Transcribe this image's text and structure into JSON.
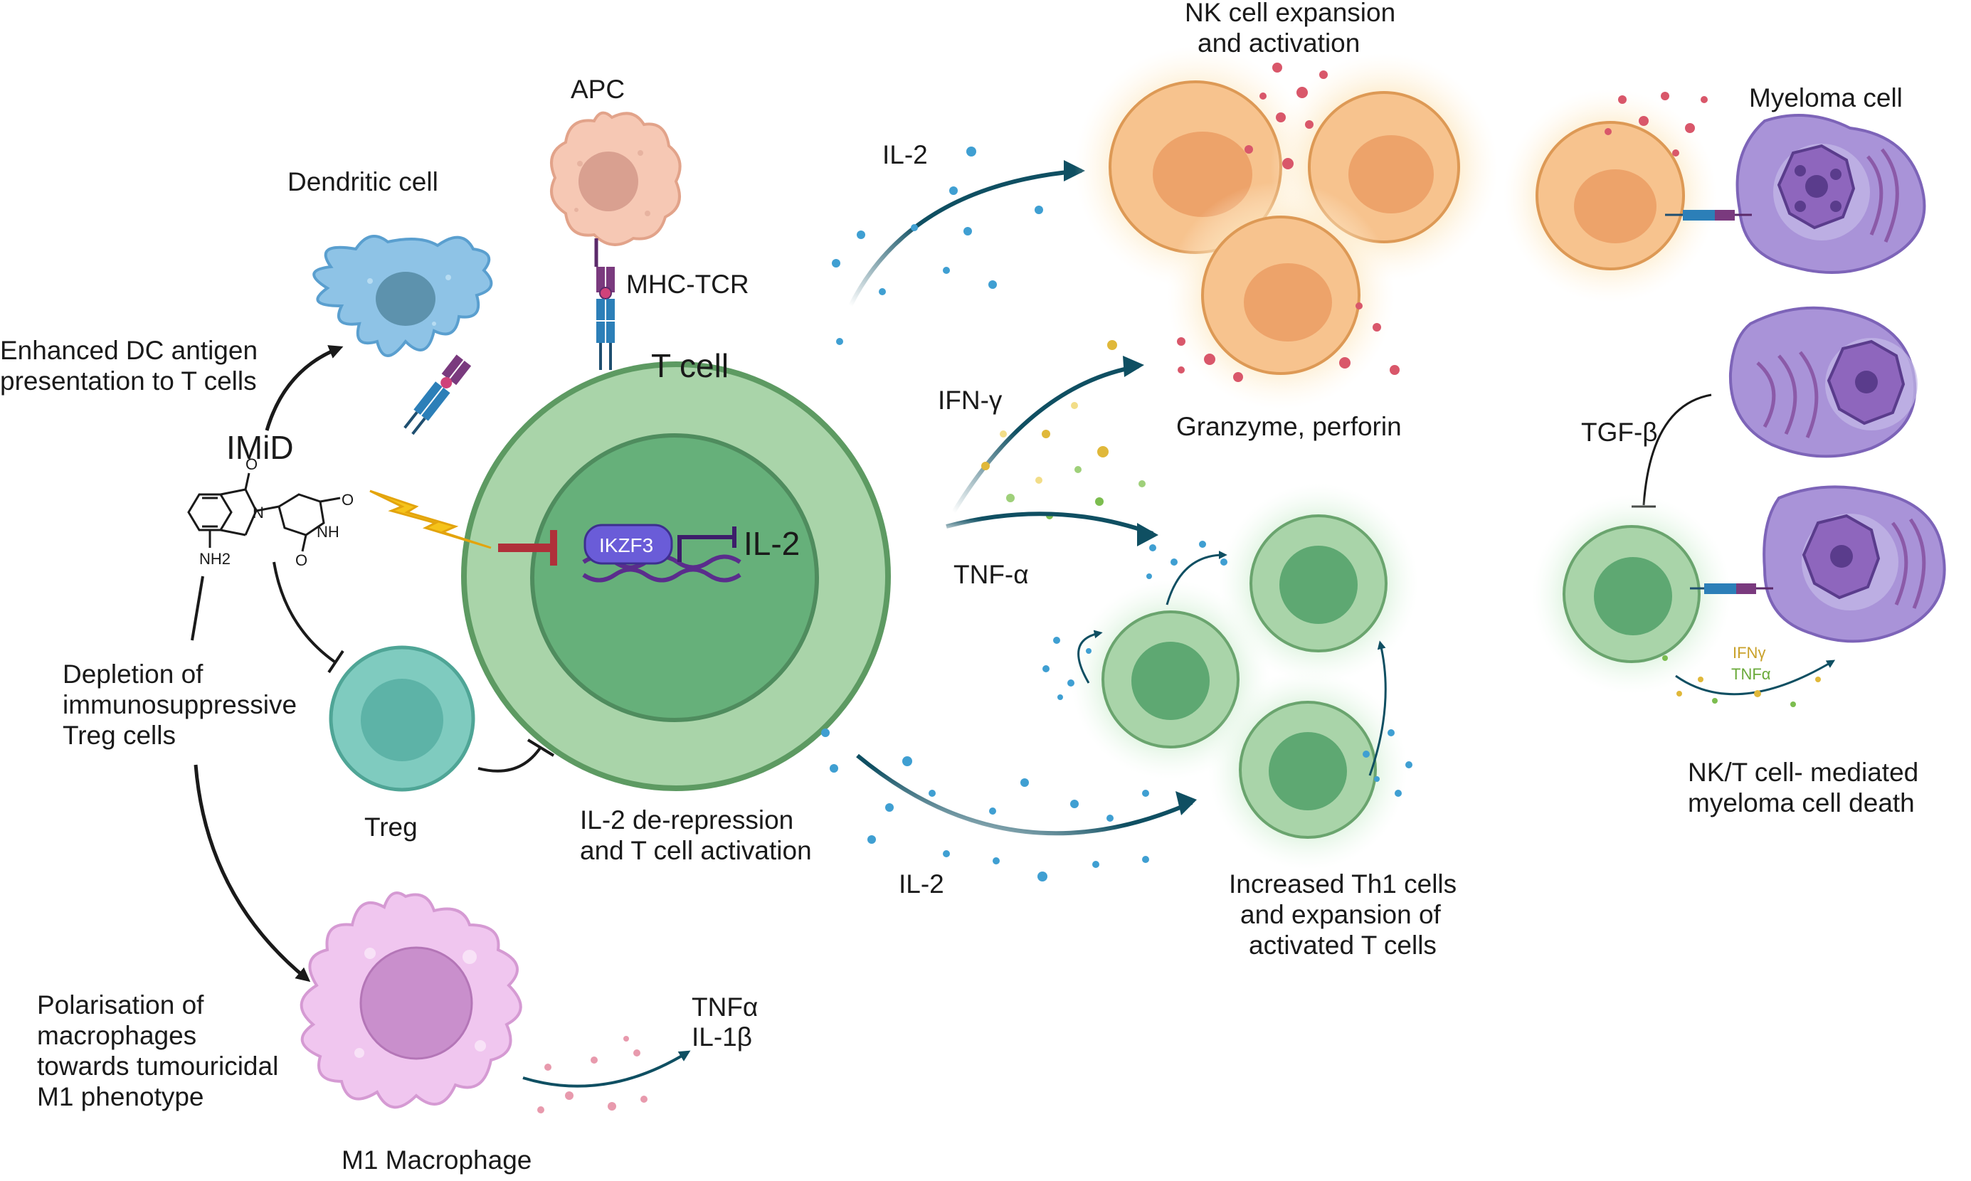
{
  "labels": {
    "nk_title_1": "NK cell expansion",
    "nk_title_2": "and activation",
    "apc": "APC",
    "myeloma_cell": "Myeloma cell",
    "dendritic_cell": "Dendritic cell",
    "il2_top": "IL-2",
    "mhc_tcr": "MHC-TCR",
    "t_cell": "T cell",
    "enhanced_dc_1": "Enhanced DC antigen",
    "enhanced_dc_2": "presentation to T cells",
    "imid": "IMiD",
    "ifn_gamma": "IFN-γ",
    "granzyme": "Granzyme, perforin",
    "tgf_beta": "TGF-β",
    "ikzf3": "IKZF3",
    "il2_gene": "IL-2",
    "tnf_alpha": "TNF-α",
    "depletion_1": "Depletion of",
    "depletion_2": "immunosuppressive",
    "depletion_3": "Treg cells",
    "ifn_small": "IFNγ",
    "tnf_small": "TNFα",
    "nkt_death_1": "NK/T cell- mediated",
    "nkt_death_2": "myeloma cell death",
    "treg": "Treg",
    "il2_derep_1": "IL-2 de-repression",
    "il2_derep_2": "and T cell activation",
    "il2_bottom": "IL-2",
    "th1_1": "Increased Th1 cells",
    "th1_2": "and expansion of",
    "th1_3": "activated T cells",
    "polar_1": "Polarisation of",
    "polar_2": "macrophages",
    "polar_3": "towards tumouricidal",
    "polar_4": "M1 phenotype",
    "tnf_mac": "TNFα",
    "il1b": "IL-1β",
    "m1_macrophage": "M1 Macrophage",
    "chem_o1": "O",
    "chem_o2": "O",
    "chem_o3": "O",
    "chem_n": "N",
    "chem_nh": "NH",
    "chem_nh2": "NH2"
  },
  "colors": {
    "t_cell_outer": "#a9d4a9",
    "t_cell_nucleus": "#66b07a",
    "treg": "#7fcbbf",
    "dendritic": "#8ec3e6",
    "apc": "#f6c8b4",
    "nk": "#f7c38e",
    "myeloma": "#a993d8",
    "macrophage": "#f0c6ef",
    "inhibit_red": "#b0303a",
    "arrow_teal": "#0f4f62",
    "ikzf3": "#6a5cd8",
    "cytokine_blue": "#3f9fd2",
    "cytokine_yellow": "#e0b83a",
    "cytokine_green": "#7cbd4f",
    "granzyme_red": "#d9576a"
  },
  "icons": [
    "lightning-icon",
    "dna-icon",
    "mhc-tcr-receptor-icon",
    "imid-molecule-icon"
  ]
}
